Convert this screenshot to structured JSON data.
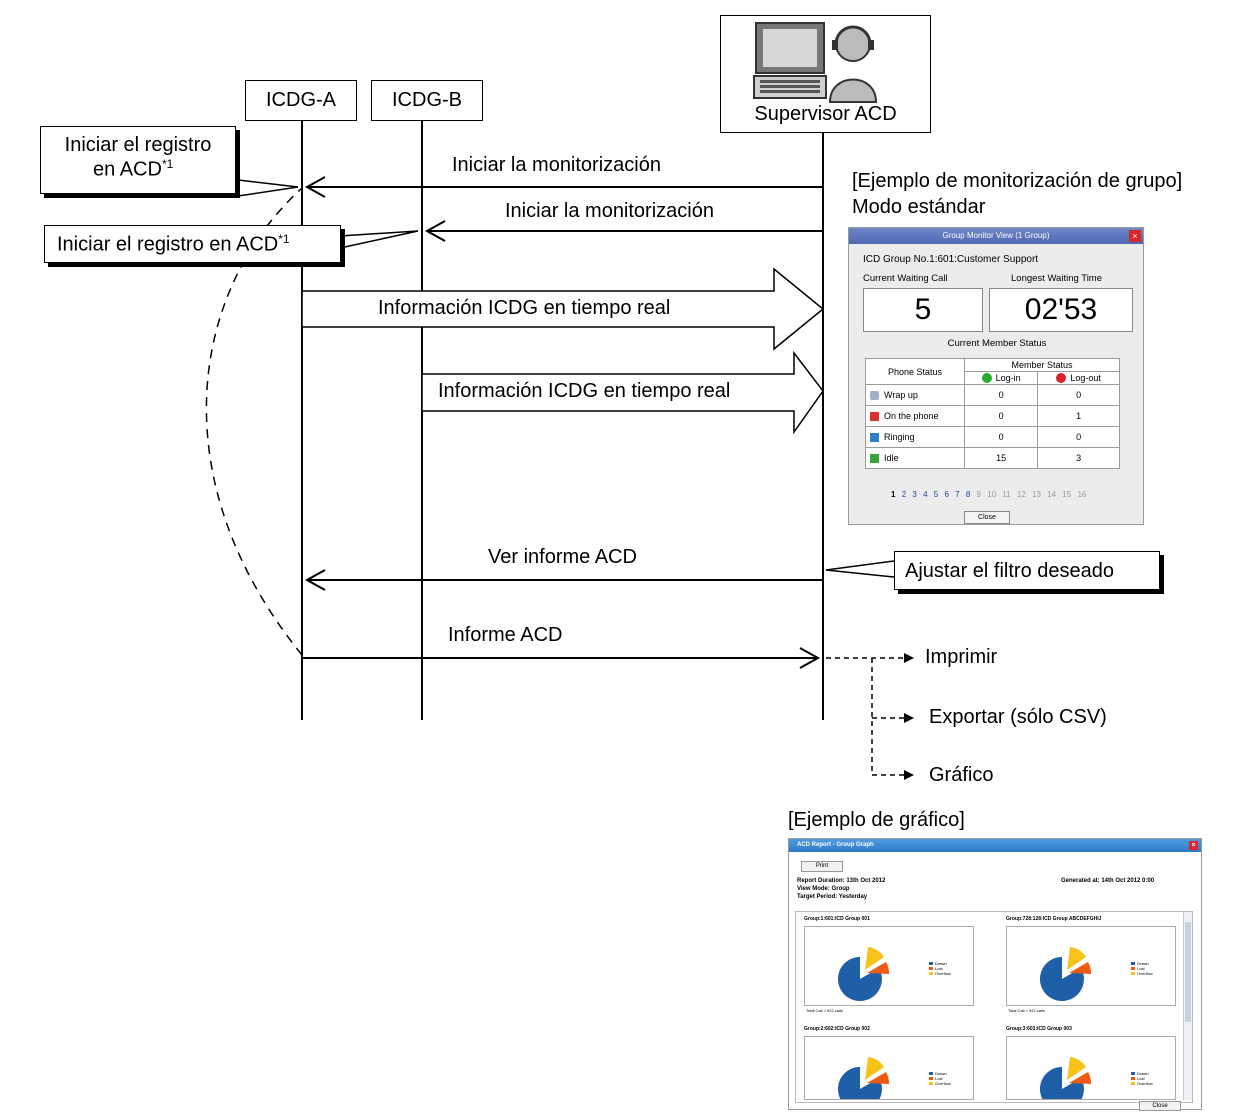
{
  "entities": {
    "icdg_a": "ICDG-A",
    "icdg_b": "ICDG-B",
    "supervisor": "Supervisor ACD"
  },
  "callouts": {
    "start_log_a_line1": "Iniciar el registro",
    "start_log_a_line2": "en ACD",
    "start_log_b": "Iniciar el registro en ACD",
    "footnote_marker": "*1",
    "set_filter": "Ajustar el filtro deseado"
  },
  "messages": {
    "monitor_a": "Iniciar la monitorización",
    "monitor_b": "Iniciar la monitorización",
    "realtime_a": "Información ICDG en tiempo real",
    "realtime_b": "Información ICDG en tiempo real",
    "view_report": "Ver informe ACD",
    "report": "Informe ACD"
  },
  "outputs": {
    "print": "Imprimir",
    "export": "Exportar (sólo CSV)",
    "graph": "Gráfico"
  },
  "headings": {
    "group_example": "[Ejemplo de monitorización de grupo]",
    "standard_mode": "Modo estándar",
    "graph_example": "[Ejemplo de gráfico]"
  },
  "monitor_window": {
    "title": "Group Monitor View (1 Group)",
    "group": "ICD Group No.1:601:Customer Support",
    "waiting_label": "Current Waiting Call",
    "longest_label": "Longest Waiting Time",
    "waiting_value": "5",
    "longest_value": "02'53",
    "member_status_title": "Current Member Status",
    "phone_status_header": "Phone Status",
    "member_status_header": "Member Status",
    "login": "Log-in",
    "logout": "Log-out",
    "rows": [
      {
        "label": "Wrap up",
        "login": "0",
        "logout": "0"
      },
      {
        "label": "On the phone",
        "login": "0",
        "logout": "1"
      },
      {
        "label": "Ringing",
        "login": "0",
        "logout": "0"
      },
      {
        "label": "Idle",
        "login": "15",
        "logout": "3"
      }
    ],
    "pages": [
      "1",
      "2",
      "3",
      "4",
      "5",
      "6",
      "7",
      "8",
      "9",
      "10",
      "11",
      "12",
      "13",
      "14",
      "15",
      "16"
    ],
    "close": "Close"
  },
  "graph_window": {
    "title": "ACD Report - Group Graph",
    "print": "Print",
    "duration": "Report Duration:  13th Oct 2012",
    "view_mode": "View Mode: Group",
    "target": "Target Period: Yesterday",
    "generated": "Generated at: 14th Oct 2012 0:00",
    "groups": [
      "Group:1:601:ICD Group 001",
      "Group:728:128:ICD Group ABCDEFGHIJ",
      "Group:2:602:ICD Group 002",
      "Group:3:603:ICD Group 003"
    ],
    "legend": [
      "Drawn",
      "Lost",
      "Overflow"
    ],
    "total": "Total Call = 922 calls",
    "close": "Close"
  },
  "colors": {
    "pie_answered": "#1f5fa8",
    "pie_lost": "#f05a14",
    "pie_overflow": "#f7c21a",
    "login_dot": "#2aa830",
    "logout_dot": "#d9222a"
  }
}
